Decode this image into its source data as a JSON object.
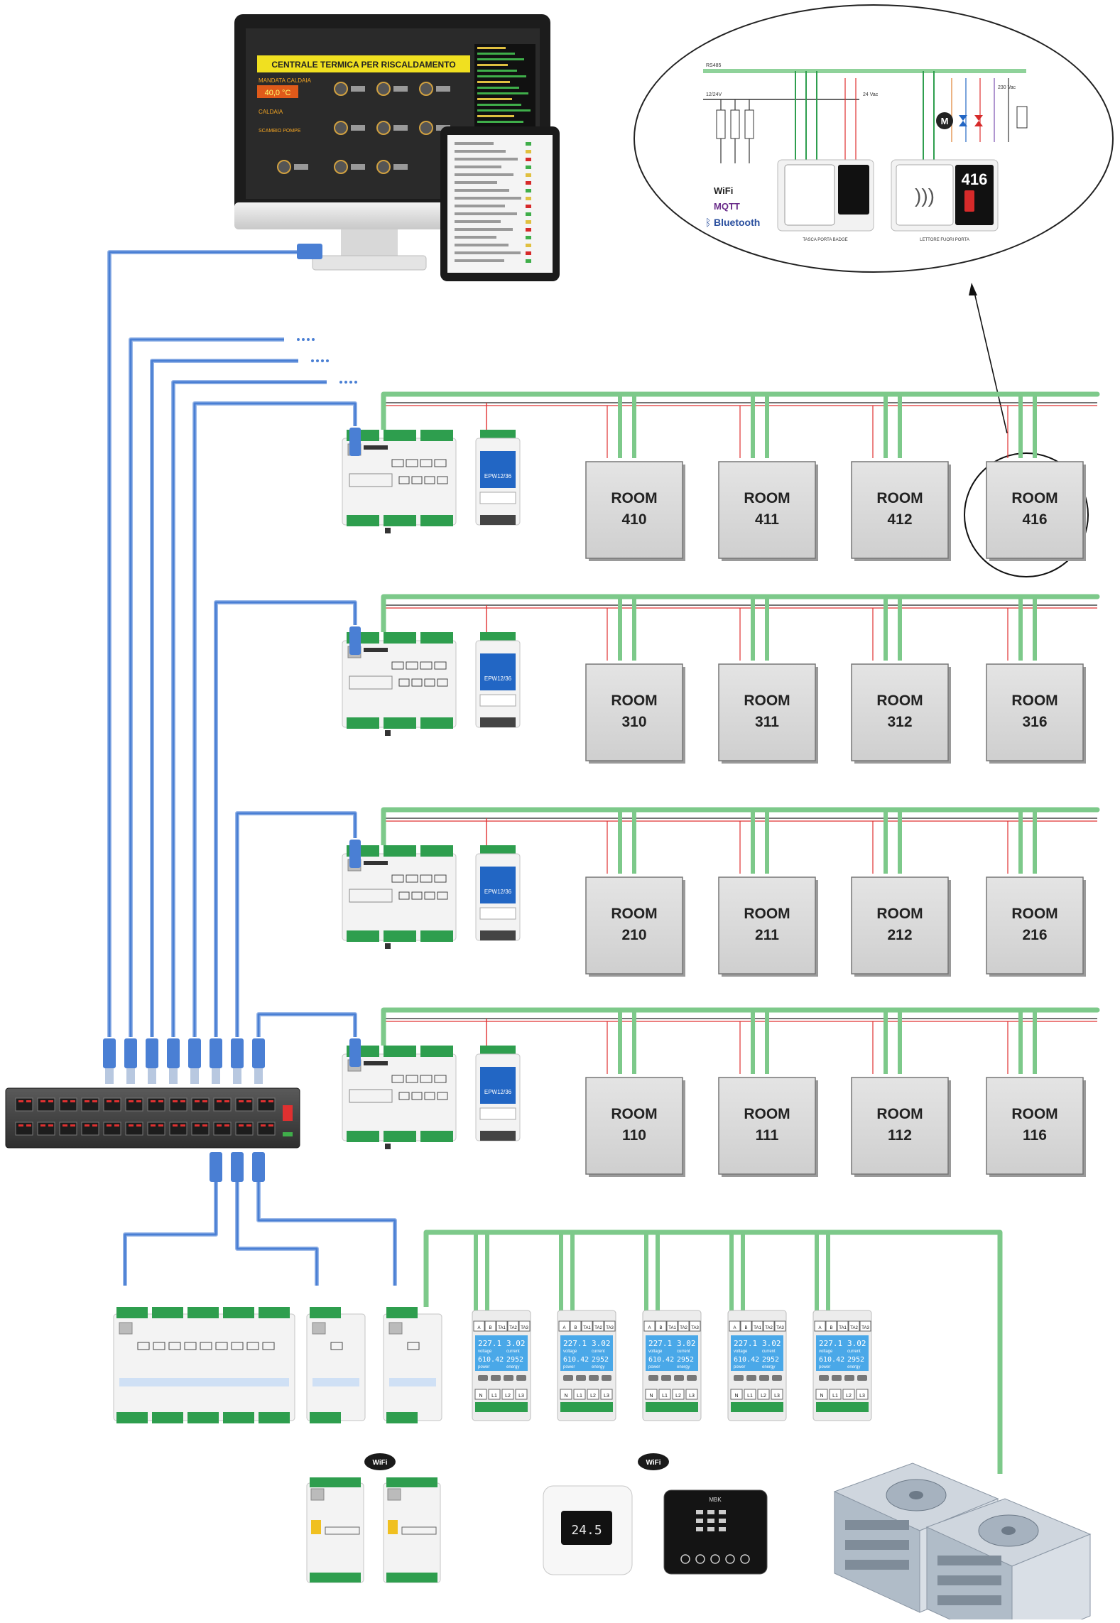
{
  "monitor": {
    "title": "CENTRALE TERMICA PER RISCALDAMENTO",
    "mandata_label": "MANDATA CALDAIA",
    "temperature": "40,0 °C",
    "caldaia_label": "CALDAIA",
    "scambio_label": "SCAMBIO POMPE"
  },
  "detail": {
    "bus_label": "RS485",
    "power_label": "12/24V",
    "voltage_label": "230 Vac",
    "v24_label": "24 Vac",
    "motor_symbol": "M",
    "reader_room": "416",
    "caption_left": "TASCA PORTA BADGE",
    "caption_right": "LETTORE FUORI PORTA",
    "wifi_logo": "WiFi",
    "mqtt_logo": "MQTT",
    "bluetooth_logo": "Bluetooth"
  },
  "floors": [
    {
      "rooms": [
        {
          "label": "ROOM",
          "number": "410"
        },
        {
          "label": "ROOM",
          "number": "411"
        },
        {
          "label": "ROOM",
          "number": "412"
        },
        {
          "label": "ROOM",
          "number": "416"
        }
      ]
    },
    {
      "rooms": [
        {
          "label": "ROOM",
          "number": "310"
        },
        {
          "label": "ROOM",
          "number": "311"
        },
        {
          "label": "ROOM",
          "number": "312"
        },
        {
          "label": "ROOM",
          "number": "316"
        }
      ]
    },
    {
      "rooms": [
        {
          "label": "ROOM",
          "number": "210"
        },
        {
          "label": "ROOM",
          "number": "211"
        },
        {
          "label": "ROOM",
          "number": "212"
        },
        {
          "label": "ROOM",
          "number": "216"
        }
      ]
    },
    {
      "rooms": [
        {
          "label": "ROOM",
          "number": "110"
        },
        {
          "label": "ROOM",
          "number": "111"
        },
        {
          "label": "ROOM",
          "number": "112"
        },
        {
          "label": "ROOM",
          "number": "116"
        }
      ]
    }
  ],
  "power_supply_label": "EPW12/36",
  "meter": {
    "terminals_top": [
      "A",
      "B",
      "TA1",
      "TA2",
      "TA3"
    ],
    "terminals_bottom": [
      "N",
      "L1",
      "L2",
      "L3"
    ],
    "voltage_reading": "227.1",
    "current_reading": "3.02",
    "power_reading": "610.42",
    "energy_reading": "2952",
    "voltage_label": "voltage",
    "current_label": "current",
    "power_label": "power",
    "energy_label": "energy"
  },
  "thermostat": {
    "reading": "24.5"
  },
  "wall_panel": {
    "header": "MBK"
  },
  "wifi_badge": "WiFi",
  "colors": {
    "cable_blue": "#4a7fd4",
    "bus_green": "#7dc98a",
    "wire_red": "#e03030",
    "module_green": "#2e9e4e",
    "psu_blue": "#2266c4",
    "room_fill": "#dcdcdc",
    "lcd_blue": "#4aa8e8"
  }
}
